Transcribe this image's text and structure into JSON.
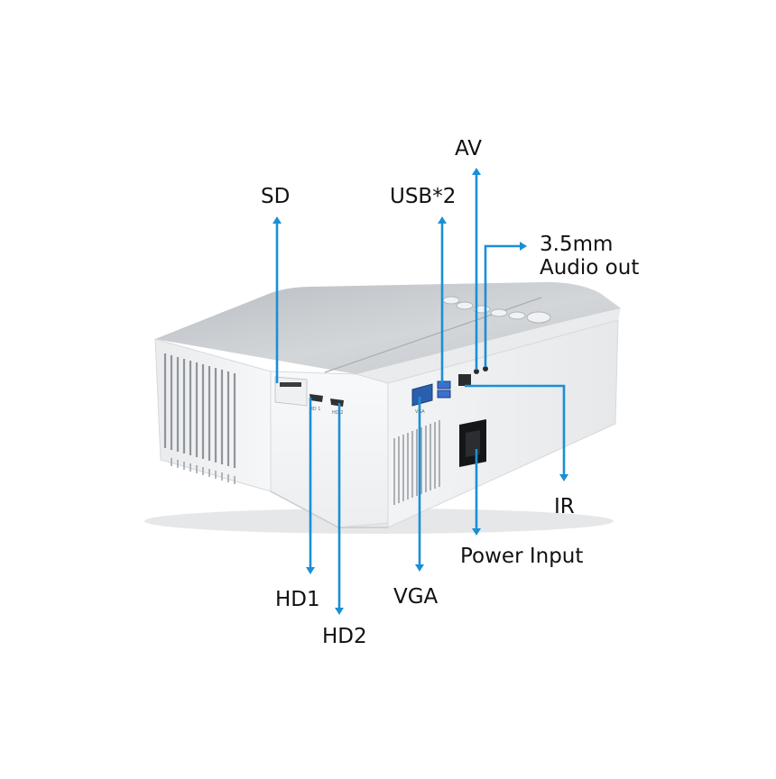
{
  "labels": {
    "sd": "SD",
    "usb": "USB*2",
    "av": "AV",
    "audio_line1": "3.5mm",
    "audio_line2": "Audio out",
    "ir": "IR",
    "power": "Power Input",
    "hd1": "HD1",
    "vga": "VGA",
    "hd2": "HD2"
  },
  "panel_text": {
    "vga": "VGA",
    "hd1": "HD 1",
    "hd2": "HD 2"
  },
  "colors": {
    "arrow": "#1a8fd6",
    "body": "#f4f5f6",
    "top": "#c9cdd1",
    "text": "#111111"
  }
}
